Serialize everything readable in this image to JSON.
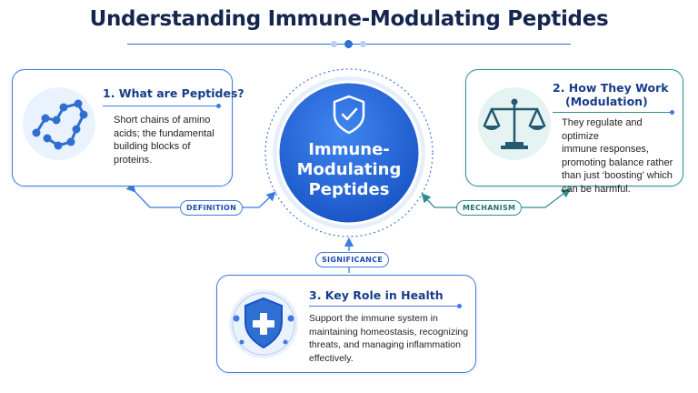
{
  "title": "Understanding Immune-Modulating Peptides",
  "center": {
    "line1": "Immune-",
    "line2": "Modulating",
    "line3": "Peptides"
  },
  "cards": [
    {
      "title": "1. What are Peptides?",
      "text_lines": [
        "Short chains of amino",
        "acids; the fundamental",
        "building blocks of",
        "proteins."
      ]
    },
    {
      "title_line1": "2. How They Work",
      "title_line2": "(Modulation)",
      "text_lines": [
        "They regulate and optimize",
        "immune responses,",
        "promoting balance rather",
        "than just ‘boosting’ which",
        "can be harmful."
      ]
    },
    {
      "title": "3. Key Role in Health",
      "text_lines": [
        "Support the immune system in",
        "maintaining homeostasis, recognizing",
        "threats, and managing inflammation",
        "effectively."
      ]
    }
  ],
  "connectors": {
    "definition": "DEFINITION",
    "mechanism": "MECHANISM",
    "significance": "SIGNIFICANCE"
  },
  "colors": {
    "navy": "#14264f",
    "blue": "#2f6fd1",
    "teal": "#2f8f8f",
    "center_fill": "#1f63d8"
  },
  "icons": {
    "center": "shield-check-icon",
    "card1": "molecule-chain-icon",
    "card2": "balance-scale-icon",
    "card3": "shield-plus-icon"
  }
}
